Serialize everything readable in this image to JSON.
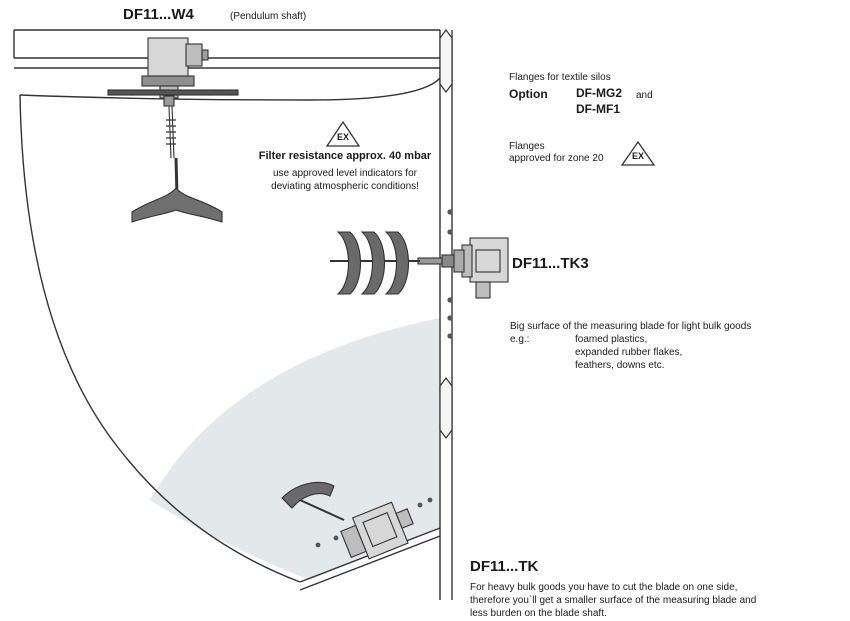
{
  "products": {
    "w4": {
      "model": "DF11...W4",
      "note": "(Pendulum shaft)"
    },
    "tk3": {
      "model": "DF11...TK3"
    },
    "tk": {
      "model": "DF11...TK"
    }
  },
  "filter_notice": {
    "ex_mark": "EX",
    "heading": "Filter resistance approx. 40 mbar",
    "line1": "use approved level indicators for",
    "line2": "deviating atmospheric conditions!"
  },
  "flanges": {
    "title": "Flanges for textile silos",
    "option_label": "Option",
    "option_1": "DF-MG2",
    "and_word": "and",
    "option_2": "DF-MF1",
    "zone_line1": "Flanges",
    "zone_line2": "approved for zone 20",
    "ex_mark": "EX"
  },
  "tk3_description": {
    "line1": "Big surface of the measuring blade for light bulk goods",
    "eg_label": "e.g.:",
    "examples": [
      "foamed plastics,",
      "expanded rubber flakes,",
      "feathers, downs etc."
    ]
  },
  "tk_description": {
    "line1": "For heavy bulk goods you have to cut the blade on one side,",
    "line2": "therefore you`ll get a smaller surface of the measuring blade and",
    "line3": "less burden on the blade shaft."
  }
}
